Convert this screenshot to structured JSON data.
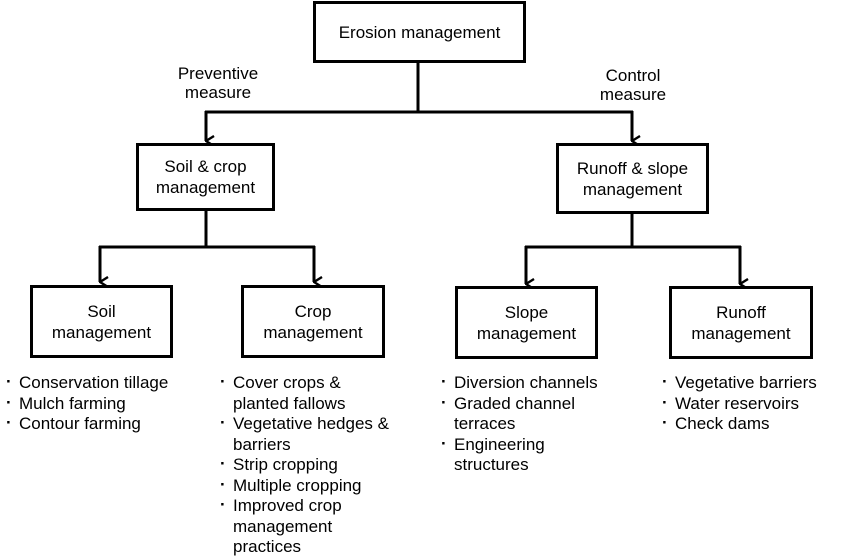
{
  "nodes": {
    "root": {
      "lines": [
        "Erosion management"
      ]
    },
    "soil_crop": {
      "lines": [
        "Soil & crop",
        "management"
      ]
    },
    "runoff_slope": {
      "lines": [
        "Runoff & slope",
        "management"
      ]
    },
    "soil": {
      "lines": [
        "Soil",
        "management"
      ]
    },
    "crop": {
      "lines": [
        "Crop",
        "management"
      ]
    },
    "slope": {
      "lines": [
        "Slope",
        "management"
      ]
    },
    "runoff": {
      "lines": [
        "Runoff",
        "management"
      ]
    }
  },
  "edge_labels": {
    "preventive": [
      "Preventive",
      "measure"
    ],
    "control": [
      "Control",
      "measure"
    ]
  },
  "lists": {
    "soil": [
      "Conservation tillage",
      "Mulch farming",
      "Contour farming"
    ],
    "crop": [
      "Cover crops & planted fallows",
      "Vegetative hedges & barriers",
      "Strip cropping",
      "Multiple cropping",
      "Improved crop management practices"
    ],
    "slope": [
      "Diversion channels",
      "Graded channel terraces",
      "Engineering structures"
    ],
    "runoff": [
      "Vegetative barriers",
      "Water reservoirs",
      "Check dams"
    ]
  }
}
